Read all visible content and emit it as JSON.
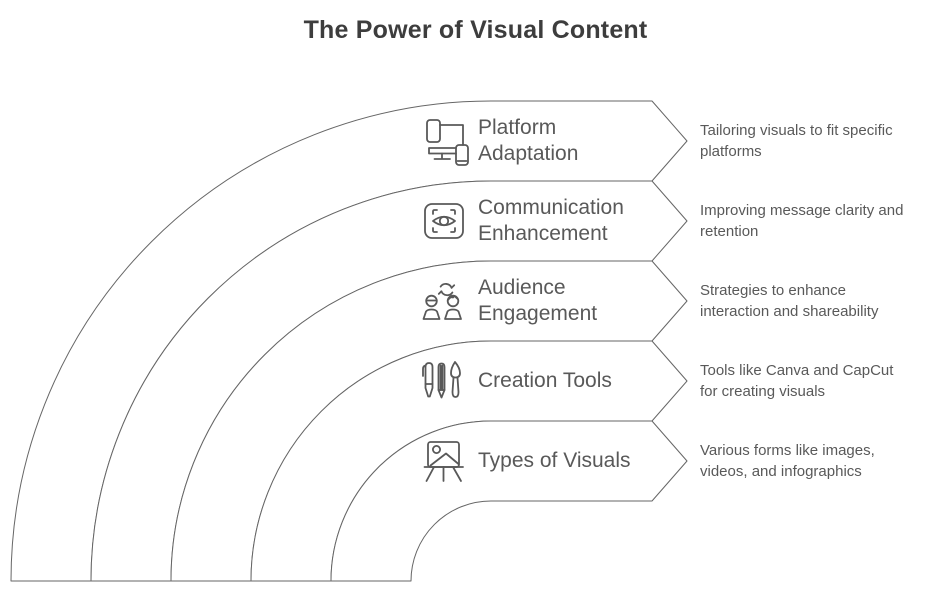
{
  "title": "The Power of Visual Content",
  "colors": {
    "outline": "#666666",
    "title_text": "#3d3d3d",
    "body_text": "#595959",
    "background": "#ffffff"
  },
  "bands": [
    {
      "label": "Platform Adaptation",
      "description": "Tailoring visuals to fit specific platforms",
      "icon": "devices-sync-icon"
    },
    {
      "label": "Communication Enhancement",
      "description": "Improving message clarity and retention",
      "icon": "eye-focus-icon"
    },
    {
      "label": "Audience Engagement",
      "description": "Strategies to enhance interaction and shareability",
      "icon": "people-cycle-icon"
    },
    {
      "label": "Creation Tools",
      "description": "Tools like Canva and CapCut for creating visuals",
      "icon": "drawing-tools-icon"
    },
    {
      "label": "Types of Visuals",
      "description": "Various forms like images, videos, and infographics",
      "icon": "easel-picture-icon"
    }
  ]
}
